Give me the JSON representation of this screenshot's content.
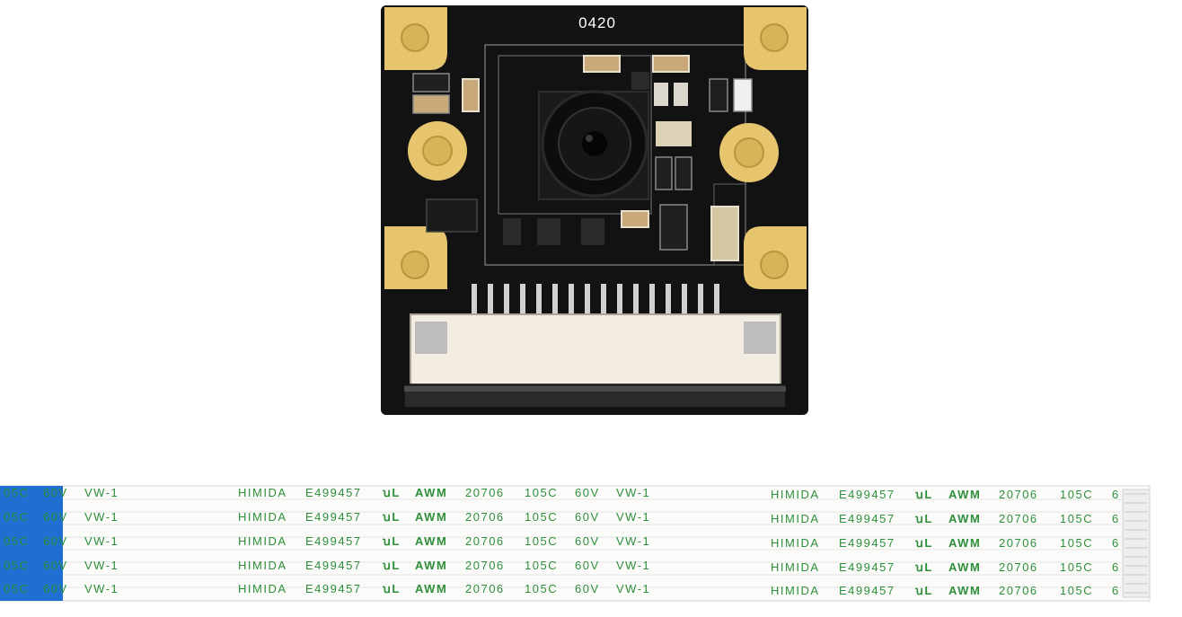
{
  "board": {
    "label": "0420",
    "colors": {
      "pcb": "#121212",
      "pad": "#e7c56f",
      "silkscreen": "#8c8c8c",
      "connector": "#f2ece1"
    }
  },
  "cable": {
    "stripe_blue": "#1f6fd1",
    "text_color": "#2e8f3a",
    "left_fragment": [
      "05C",
      "60V",
      "VW-1"
    ],
    "group_a": [
      "HIMIDA",
      "E499457",
      "AWM",
      "20706",
      "105C",
      "60V",
      "VW-1"
    ],
    "group_b": [
      "HIMIDA",
      "E499457",
      "AWM",
      "20706",
      "105C",
      "6"
    ],
    "ul_mark": "ꭒL"
  }
}
